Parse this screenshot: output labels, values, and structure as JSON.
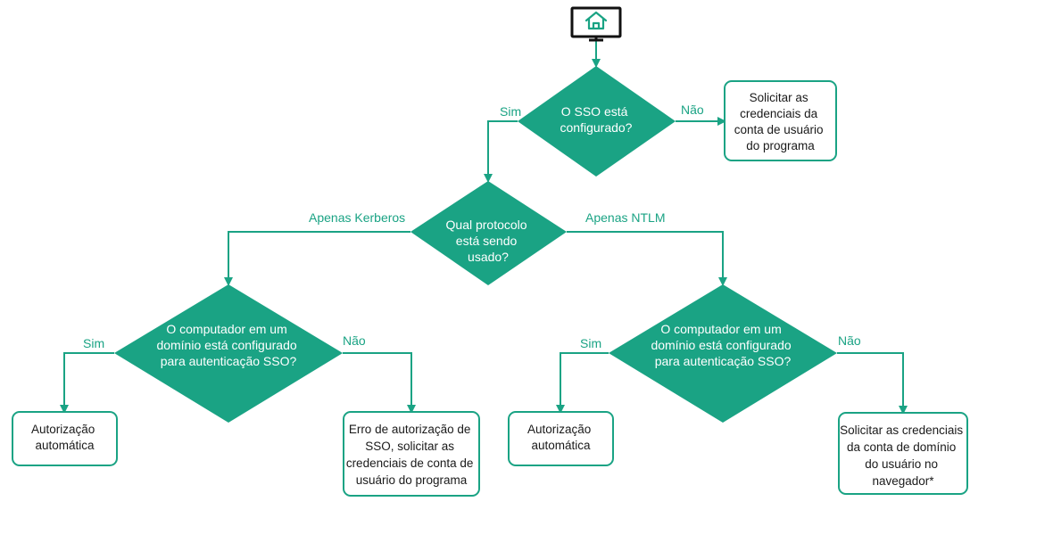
{
  "colors": {
    "accent": "#1aa384",
    "box_text": "#1a1a1a",
    "diamond_text": "#ffffff",
    "monitor": "#111111",
    "background": "#ffffff"
  },
  "start_icon": "monitor-home-icon",
  "decisions": {
    "sso_configured": [
      "O SSO está",
      "configurado?"
    ],
    "protocol": [
      "Qual protocolo",
      "está sendo",
      "usado?"
    ],
    "domain_sso_kerberos": [
      "O computador em um",
      "domínio está configurado",
      "para autenticação SSO?"
    ],
    "domain_sso_ntlm": [
      "O computador em um",
      "domínio está configurado",
      "para autenticação SSO?"
    ]
  },
  "outcomes": {
    "request_program_credentials": [
      "Solicitar as",
      "credenciais da",
      "conta de usuário",
      "do programa"
    ],
    "auto_auth_kerberos": [
      "Autorização",
      "automática"
    ],
    "sso_error": [
      "Erro de autorização de",
      "SSO, solicitar as",
      "credenciais de conta de",
      "usuário do programa"
    ],
    "auto_auth_ntlm": [
      "Autorização",
      "automática"
    ],
    "request_domain_credentials": [
      "Solicitar as credenciais",
      "da conta de domínio",
      "do usuário no",
      "navegador*"
    ]
  },
  "edge_labels": {
    "sso_yes": "Sim",
    "sso_no": "Não",
    "only_kerberos": "Apenas Kerberos",
    "only_ntlm": "Apenas NTLM",
    "kerberos_yes": "Sim",
    "kerberos_no": "Não",
    "ntlm_yes": "Sim",
    "ntlm_no": "Não"
  }
}
